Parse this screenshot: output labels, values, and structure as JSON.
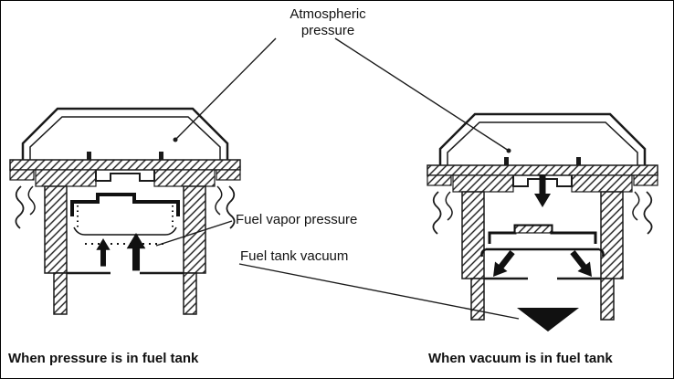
{
  "labels": {
    "atmospheric_pressure": "Atmospheric\npressure",
    "fuel_vapor_pressure": "Fuel vapor pressure",
    "fuel_tank_vacuum": "Fuel tank vacuum"
  },
  "captions": {
    "left_caption": "When pressure is in fuel tank",
    "right_caption": "When vacuum is in fuel tank"
  },
  "colors": {
    "ink": "#1a1a1a",
    "background": "#ffffff"
  }
}
